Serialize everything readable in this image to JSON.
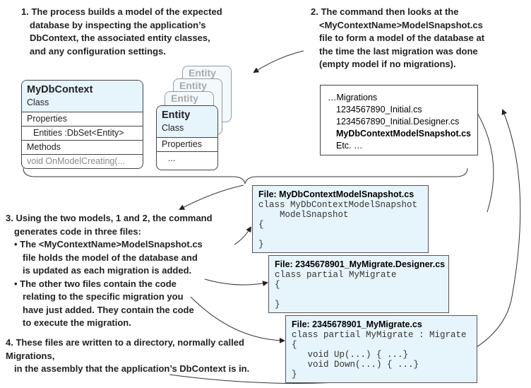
{
  "notes": {
    "n1": [
      "1. The process builds a model of the expected",
      "database by inspecting the application’s",
      "DbContext, the associated entity classes,",
      "and any configuration settings."
    ],
    "n2": [
      "2. The command then looks at the",
      "<MyContextName>ModelSnapshot.cs",
      "file to form a model of the database at",
      "the time the last migration was done",
      "(empty model if no migrations)."
    ],
    "n3": [
      "3. Using the two models, 1 and 2, the command",
      "generates code in three files:",
      "• The <MyContextName>ModelSnapshot.cs",
      "file holds the model of the database and",
      "is updated as each migration is added.",
      "• The other two files contain the code",
      "relating to the specific migration you",
      "have just added. They contain the code",
      "to execute the migration."
    ],
    "n4": [
      "4. These files are written to a directory, normally called Migrations,",
      "in the assembly that the application’s DbContext is in."
    ]
  },
  "dbcontext": {
    "name": "MyDbContext",
    "kind": "Class",
    "rows": [
      "Properties",
      "Entities :DbSet<Entity>",
      "Methods",
      "void OnModelCreating(..."
    ]
  },
  "entity": {
    "name": "Entity",
    "kind": "Class",
    "ghost": "Entity",
    "rows": [
      "Properties",
      "..."
    ]
  },
  "migrations": {
    "lines": [
      "…Migrations",
      "1234567890_Initial.cs",
      "1234567890_Initial.Designer.cs",
      "MyDbContextModelSnapshot.cs",
      "Etc. …"
    ]
  },
  "files": [
    {
      "title": "File: MyDbContextModelSnapshot.cs",
      "code": "class MyDbContextModelSnapshot\n    ModelSnapshot\n{\n\n}"
    },
    {
      "title": "File: 2345678901_MyMigrate.Designer.cs",
      "code": "class partial MyMigrate\n{\n\n}"
    },
    {
      "title": "File: 2345678901_MyMigrate.cs",
      "code": "class partial MyMigrate : Migrate\n{\n   void Up(...) { ...}\n   void Down(...) { ...}\n}"
    }
  ],
  "colors": {
    "box_fill": "#e6f4fc",
    "stroke": "#444444"
  }
}
